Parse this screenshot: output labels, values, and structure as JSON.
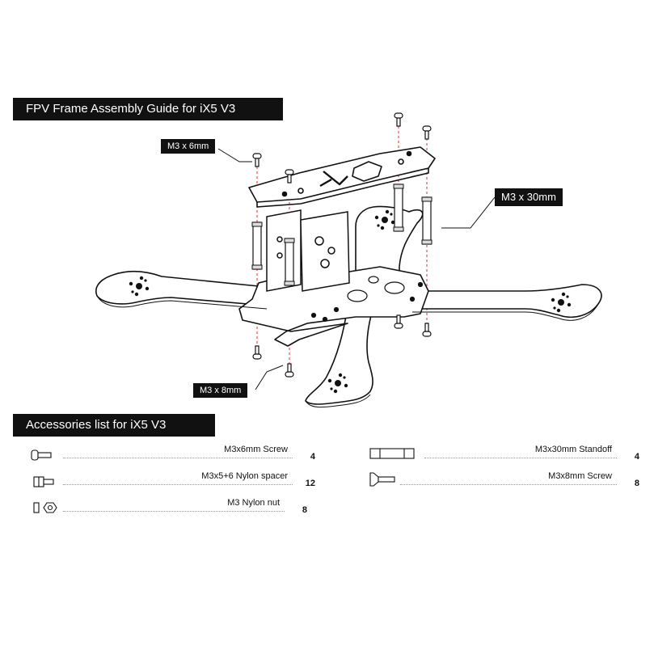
{
  "assembly_title": "FPV Frame Assembly Guide for iX5 V3",
  "callouts": {
    "m3x6": "M3 x 6mm",
    "m3x30": "M3 x 30mm",
    "m3x8": "M3 x 8mm"
  },
  "accessories_title": "Accessories list for iX5 V3",
  "accessories": [
    {
      "name": "M3x6mm Screw",
      "qty": "4",
      "icon": "screw-icon"
    },
    {
      "name": "M3x5+6 Nylon spacer",
      "qty": "12",
      "icon": "nylon-spacer-icon"
    },
    {
      "name": "M3 Nylon nut",
      "qty": "8",
      "icon": "nylon-nut-icon"
    },
    {
      "name": "M3x30mm Standoff",
      "qty": "4",
      "icon": "standoff-icon"
    },
    {
      "name": "M3x8mm Screw",
      "qty": "8",
      "icon": "flat-screw-icon"
    }
  ]
}
